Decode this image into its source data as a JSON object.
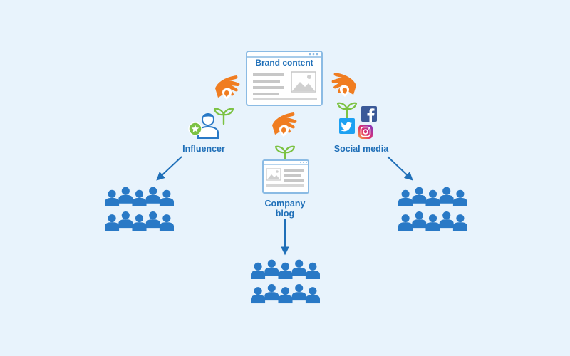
{
  "diagram": {
    "brand_content": {
      "label": "Brand content"
    },
    "influencer": {
      "label": "Influencer"
    },
    "company_blog": {
      "label_line1": "Company",
      "label_line2": "blog"
    },
    "social_media": {
      "label": "Social media"
    },
    "icons": [
      "hand-seed-icon",
      "sprout-icon",
      "influencer-avatar-icon",
      "star-badge-icon",
      "webpage-card-icon",
      "facebook-icon",
      "twitter-icon",
      "instagram-icon",
      "audience-group-icon",
      "arrow-icon"
    ],
    "colors": {
      "background": "#e8f3fc",
      "primary_blue": "#1f6fb8",
      "people_blue": "#2979c6",
      "orange": "#f07d21",
      "sprout_green": "#7cc243",
      "card_border": "#8bbbe4",
      "facebook": "#3b5998",
      "twitter": "#1da1f2"
    }
  }
}
